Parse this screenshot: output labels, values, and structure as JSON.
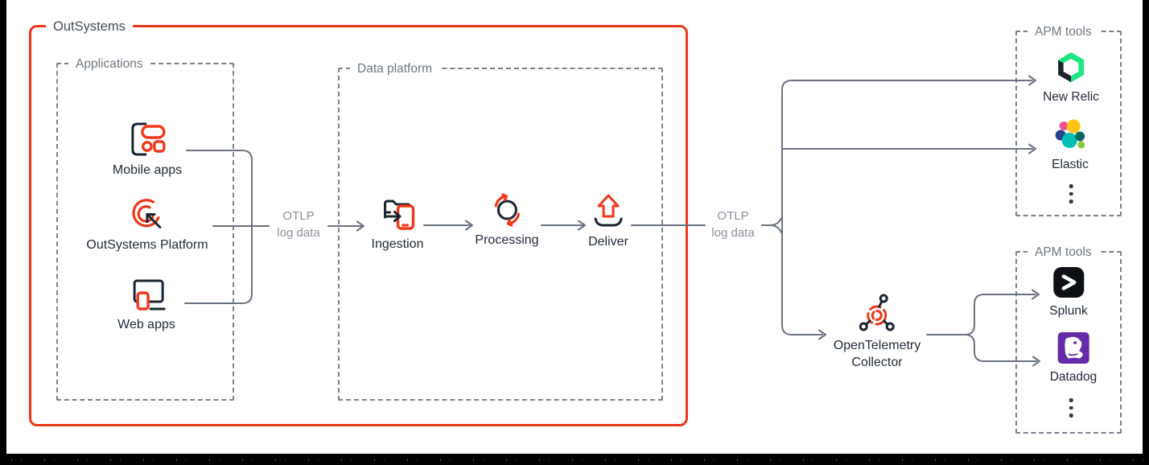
{
  "diagram": {
    "outsystems": {
      "label": "OutSystems"
    },
    "applications": {
      "label": "Applications",
      "items": [
        {
          "label": "Mobile apps",
          "icon": "mobile-apps-icon"
        },
        {
          "label": "OutSystems Platform",
          "icon": "outsystems-platform-icon"
        },
        {
          "label": "Web apps",
          "icon": "web-apps-icon"
        }
      ]
    },
    "data_platform": {
      "label": "Data platform",
      "steps": [
        {
          "label": "Ingestion",
          "icon": "ingestion-icon"
        },
        {
          "label": "Processing",
          "icon": "processing-icon"
        },
        {
          "label": "Deliver",
          "icon": "deliver-icon"
        }
      ]
    },
    "otlp_left": {
      "line1": "OTLP",
      "line2": "log data"
    },
    "otlp_right": {
      "line1": "OTLP",
      "line2": "log data"
    },
    "collector": {
      "line1": "OpenTelemetry",
      "line2": "Collector",
      "icon": "opentelemetry-icon"
    },
    "apm_top": {
      "label": "APM tools",
      "tools": [
        {
          "name": "New Relic",
          "icon": "new-relic-icon"
        },
        {
          "name": "Elastic",
          "icon": "elastic-icon"
        }
      ]
    },
    "apm_bottom": {
      "label": "APM tools",
      "tools": [
        {
          "name": "Splunk",
          "icon": "splunk-icon"
        },
        {
          "name": "Datadog",
          "icon": "datadog-icon"
        }
      ]
    },
    "colors": {
      "accent_red": "#F0371B",
      "line_gray": "#6A7280",
      "dashed_border_gray": "#7A828E",
      "group_label_gray": "#6E7780",
      "node_label_dark": "#222B38",
      "otlp_text_gray": "#8A919B",
      "icon_dark": "#1A2430",
      "new_relic_green": "#1CE783",
      "new_relic_dark": "#1D252C",
      "elastic_teal": "#00BFB3",
      "elastic_yellow": "#FEC514",
      "elastic_pink": "#F04E98",
      "elastic_navy": "#24408C",
      "elastic_dark_green": "#0B6A5D",
      "elastic_light_green": "#8CC63F",
      "splunk_black": "#0C0F14",
      "datadog_purple": "#632CA6",
      "frame_black": "#000000"
    }
  }
}
